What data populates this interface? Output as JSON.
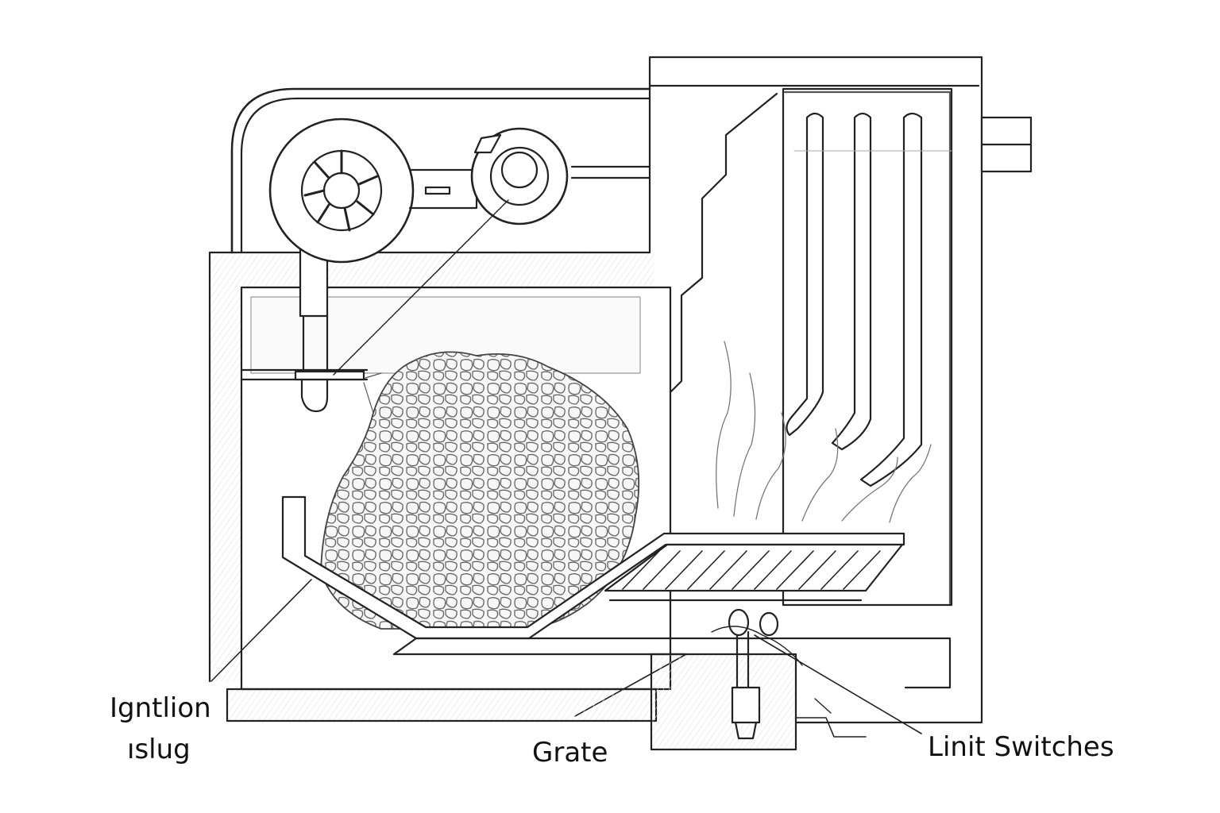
{
  "labels": {
    "ignition_line1": "Igntlion",
    "ignition_line2": "ıslug",
    "grate": "Grate",
    "limit_switches": "Linit Switches"
  },
  "colors": {
    "ink": "#222222",
    "paper": "#ffffff",
    "shade": "#eeeeee"
  }
}
